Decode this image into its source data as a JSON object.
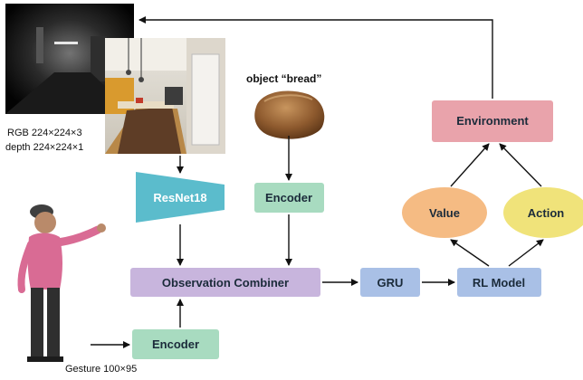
{
  "inputs": {
    "rgb_caption": "RGB 224×224×3",
    "depth_caption": "depth 224×224×1",
    "object_caption": "object “bread”",
    "gesture_caption": "Gesture 100×95"
  },
  "nodes": {
    "resnet": "ResNet18",
    "object_encoder": "Encoder",
    "gesture_encoder": "Encoder",
    "combiner": "Observation Combiner",
    "gru": "GRU",
    "rl_model": "RL Model",
    "value": "Value",
    "action": "Action",
    "environment": "Environment"
  },
  "colors": {
    "resnet": "#5bbccc",
    "encoder": "#a8dbc0",
    "combiner": "#c8b5dd",
    "gru_rl": "#a9c0e6",
    "value": "#f5bb83",
    "action": "#f0e37a",
    "environment": "#e9a3ab"
  }
}
